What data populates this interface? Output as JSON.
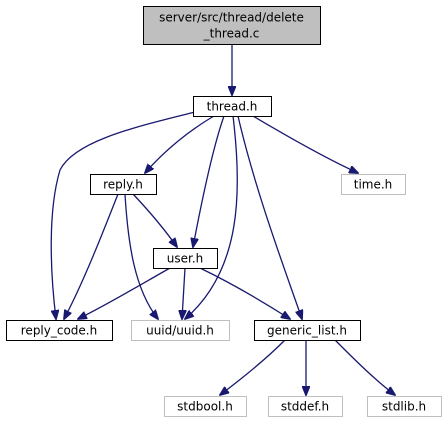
{
  "diagram": {
    "nodes": [
      {
        "id": "root",
        "label_lines": [
          "server/src/thread/delete",
          "_thread.c"
        ],
        "style": "root"
      },
      {
        "id": "thread",
        "label_lines": [
          "thread.h"
        ],
        "style": "normal"
      },
      {
        "id": "reply",
        "label_lines": [
          "reply.h"
        ],
        "style": "normal"
      },
      {
        "id": "time",
        "label_lines": [
          "time.h"
        ],
        "style": "external"
      },
      {
        "id": "user",
        "label_lines": [
          "user.h"
        ],
        "style": "normal"
      },
      {
        "id": "reply_code",
        "label_lines": [
          "reply_code.h"
        ],
        "style": "normal"
      },
      {
        "id": "uuid",
        "label_lines": [
          "uuid/uuid.h"
        ],
        "style": "external"
      },
      {
        "id": "generic_list",
        "label_lines": [
          "generic_list.h"
        ],
        "style": "normal"
      },
      {
        "id": "stdbool",
        "label_lines": [
          "stdbool.h"
        ],
        "style": "external"
      },
      {
        "id": "stddef",
        "label_lines": [
          "stddef.h"
        ],
        "style": "external"
      },
      {
        "id": "stdlib",
        "label_lines": [
          "stdlib.h"
        ],
        "style": "external"
      }
    ],
    "edges": [
      {
        "from": "root",
        "to": "thread"
      },
      {
        "from": "thread",
        "to": "reply"
      },
      {
        "from": "thread",
        "to": "time"
      },
      {
        "from": "thread",
        "to": "user"
      },
      {
        "from": "thread",
        "to": "reply_code"
      },
      {
        "from": "thread",
        "to": "uuid"
      },
      {
        "from": "thread",
        "to": "generic_list"
      },
      {
        "from": "reply",
        "to": "user"
      },
      {
        "from": "reply",
        "to": "reply_code"
      },
      {
        "from": "reply",
        "to": "uuid"
      },
      {
        "from": "user",
        "to": "reply_code"
      },
      {
        "from": "user",
        "to": "uuid"
      },
      {
        "from": "user",
        "to": "generic_list"
      },
      {
        "from": "generic_list",
        "to": "stdbool"
      },
      {
        "from": "generic_list",
        "to": "stddef"
      },
      {
        "from": "generic_list",
        "to": "stdlib"
      }
    ],
    "colors": {
      "edge": "#191970",
      "root_fill": "#bfbfbf",
      "node_border": "#000000",
      "external_border": "#bfbfbf",
      "text": "#000000",
      "external_text": "#000000"
    }
  }
}
